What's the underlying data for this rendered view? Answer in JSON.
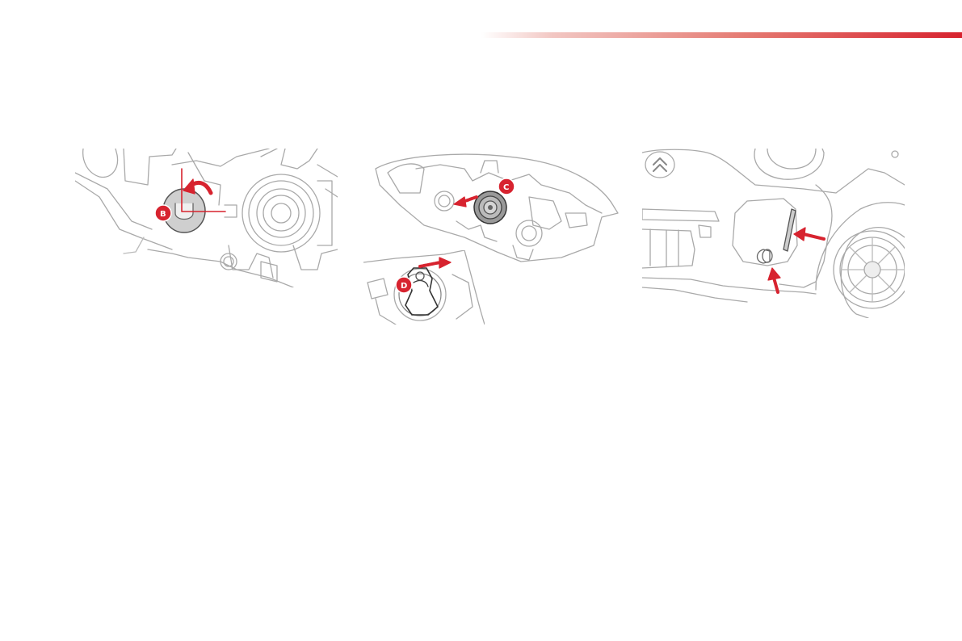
{
  "colors": {
    "accent": "#d7232f",
    "line": "#9a9a9a",
    "light_line": "#c8c8c8"
  },
  "callouts": {
    "b": "B",
    "c": "C",
    "d": "D"
  }
}
